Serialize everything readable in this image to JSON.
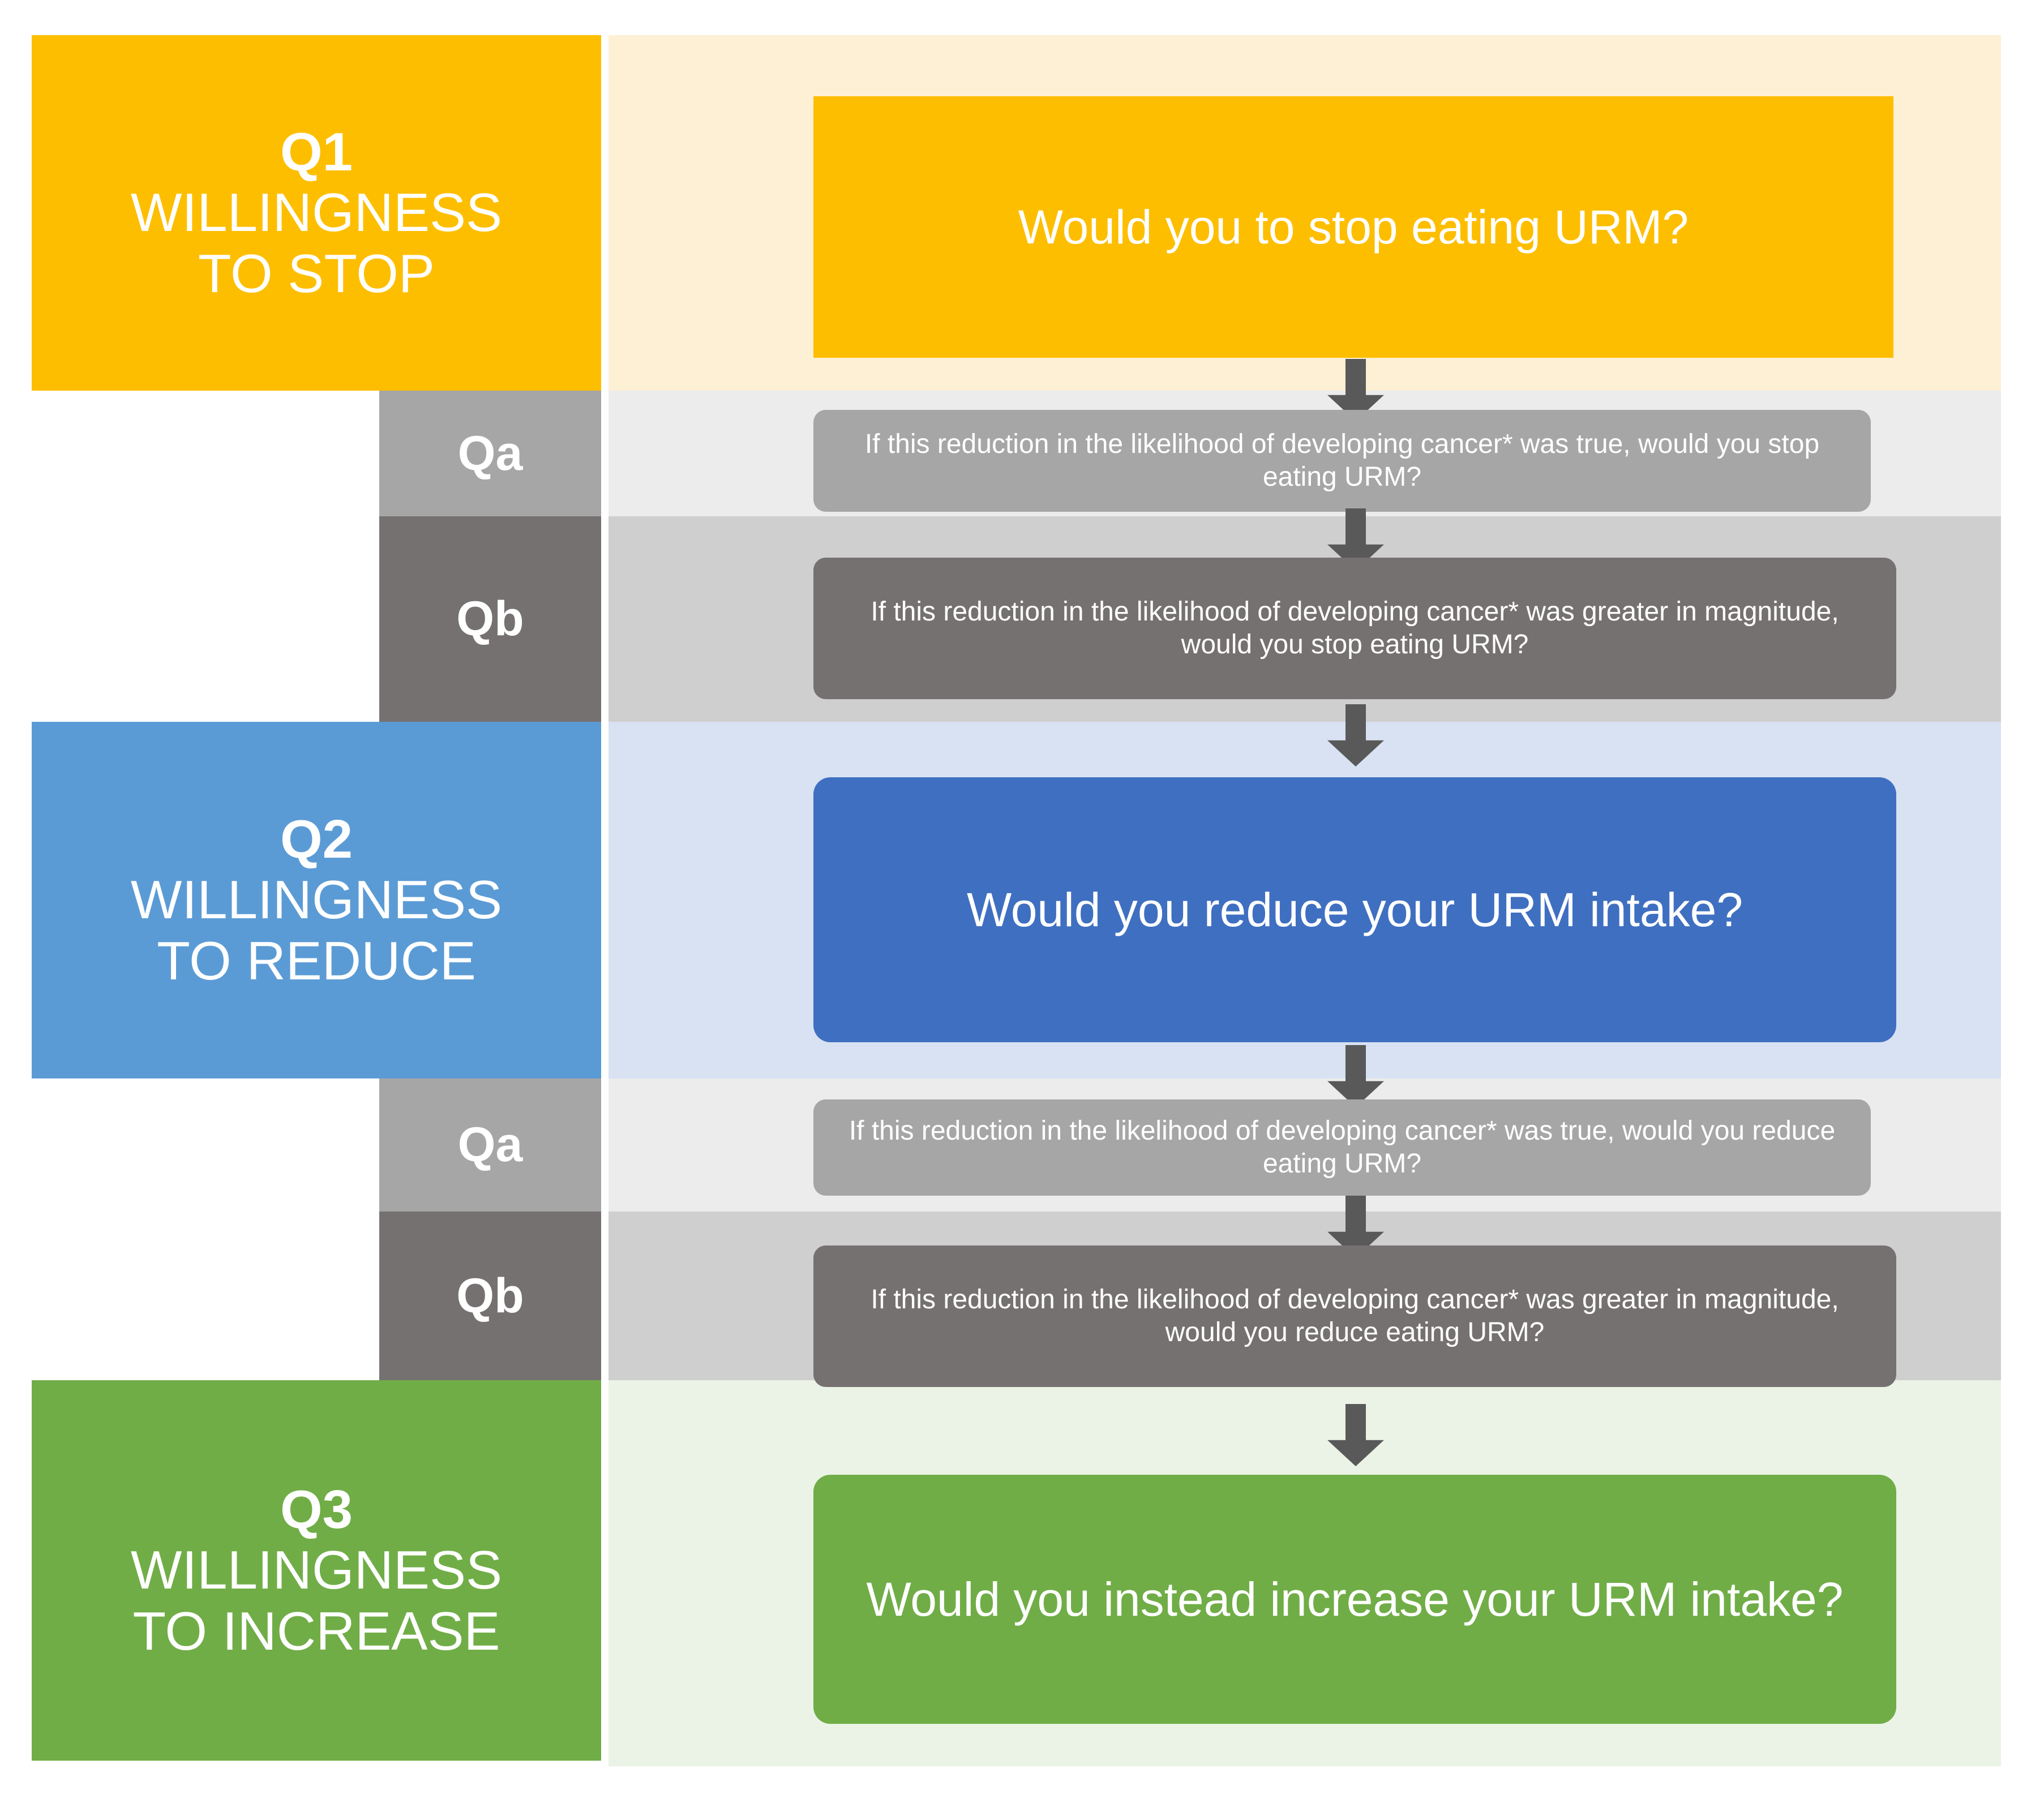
{
  "sections": [
    {
      "id": "q1",
      "tag": "Q1",
      "desc": "WILLINGNESS TO STOP",
      "desc_line1": "WILLINGNESS",
      "desc_line2": "TO STOP",
      "color": "#FDBE00",
      "band_color": "#FDF0D5",
      "question": "Would you to stop eating URM?"
    },
    {
      "id": "q2",
      "tag": "Q2",
      "desc": "WILLINGNESS TO REDUCE",
      "desc_line1": "WILLINGNESS",
      "desc_line2": "TO REDUCE",
      "color": "#5B9BD5",
      "band_color": "#D9E2F3",
      "question": "Would you reduce your URM intake?"
    },
    {
      "id": "q3",
      "tag": "Q3",
      "desc": "WILLINGNESS TO INCREASE",
      "desc_line1": "WILLINGNESS",
      "desc_line2": "TO INCREASE",
      "color": "#70AD47",
      "band_color": "#EBF3E6",
      "question": "Would you instead increase your URM intake?"
    }
  ],
  "followups": {
    "q1": {
      "qa": {
        "tag": "Qa",
        "color": "#A6A6A6",
        "band_color": "#ECECEC",
        "question": "If this reduction in the likelihood of developing cancer* was true, would you stop eating URM?"
      },
      "qb": {
        "tag": "Qb",
        "color": "#767171",
        "band_color": "#CFCFCF",
        "question": "If this reduction in the likelihood of developing cancer* was greater in magnitude, would you stop eating URM?"
      }
    },
    "q2": {
      "qa": {
        "tag": "Qa",
        "color": "#A6A6A6",
        "band_color": "#ECECEC",
        "question": "If this reduction in the likelihood of developing cancer* was true, would you reduce eating URM?"
      },
      "qb": {
        "tag": "Qb",
        "color": "#767171",
        "band_color": "#CFCFCF",
        "question": "If this reduction in the likelihood of developing cancer* was greater in magnitude, would you reduce eating URM?"
      }
    }
  },
  "flow": {
    "arrow_color": "#595959",
    "arrow_glyph": "down-arrow"
  }
}
